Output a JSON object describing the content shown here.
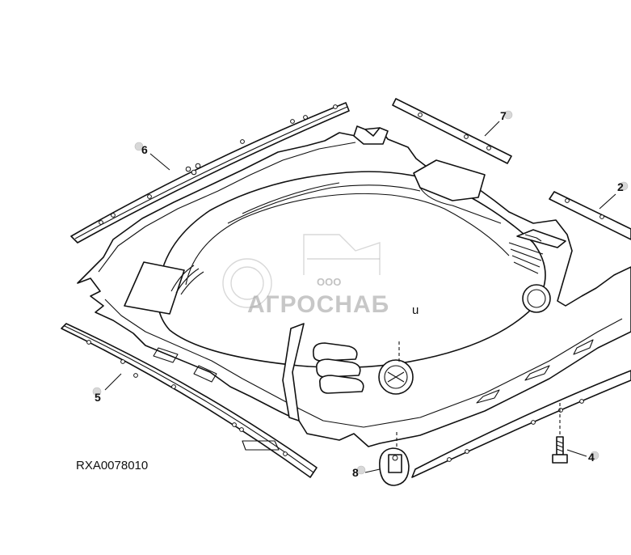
{
  "figure": {
    "reference_code": "RXA0078010"
  },
  "callouts": [
    {
      "id": "2",
      "label": "2"
    },
    {
      "id": "4",
      "label": "4"
    },
    {
      "id": "5",
      "label": "5"
    },
    {
      "id": "6",
      "label": "6"
    },
    {
      "id": "7",
      "label": "7"
    },
    {
      "id": "8",
      "label": "8"
    }
  ],
  "watermark": {
    "small": "ООО",
    "brand": "АГРОСНАБ"
  },
  "stray_mark": "u"
}
